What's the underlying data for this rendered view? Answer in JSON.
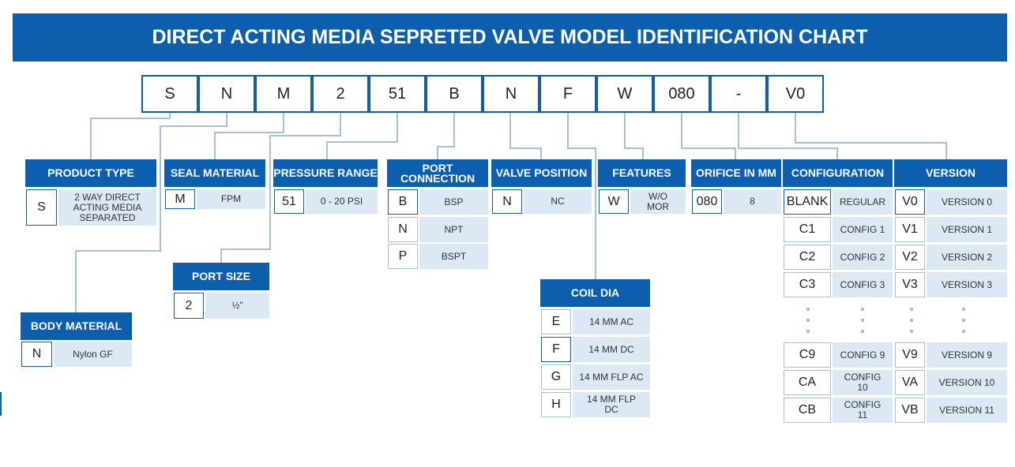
{
  "title": "DIRECT ACTING MEDIA SEPRETED VALVE MODEL IDENTIFICATION CHART",
  "model_codes": [
    "S",
    "N",
    "M",
    "2",
    "51",
    "B",
    "N",
    "F",
    "W",
    "080",
    "-",
    "V0"
  ],
  "groups": [
    {
      "id": "product-type",
      "header": "PRODUCT TYPE",
      "rows": [
        {
          "code": "S",
          "desc": "2 WAY DIRECT ACTING MEDIA SEPARATED",
          "selected": true
        }
      ]
    },
    {
      "id": "seal-material",
      "header": "SEAL MATERIAL",
      "rows": [
        {
          "code": "M",
          "desc": "FPM",
          "selected": true
        }
      ]
    },
    {
      "id": "pressure-range",
      "header": "PRESSURE RANGE",
      "rows": [
        {
          "code": "51",
          "desc": "0 - 20 PSI",
          "selected": true
        }
      ]
    },
    {
      "id": "port-connection",
      "header": "PORT CONNECTION",
      "rows": [
        {
          "code": "B",
          "desc": "BSP",
          "selected": true
        },
        {
          "code": "N",
          "desc": "NPT",
          "selected": false
        },
        {
          "code": "P",
          "desc": "BSPT",
          "selected": false
        }
      ]
    },
    {
      "id": "valve-position",
      "header": "VALVE POSITION",
      "rows": [
        {
          "code": "N",
          "desc": "NC",
          "selected": true
        }
      ]
    },
    {
      "id": "features",
      "header": "FEATURES",
      "rows": [
        {
          "code": "W",
          "desc": "W/O MOR",
          "selected": true
        }
      ]
    },
    {
      "id": "orifice",
      "header": "ORIFICE IN MM",
      "rows": [
        {
          "code": "080",
          "desc": "8",
          "selected": true
        }
      ]
    },
    {
      "id": "configuration",
      "header": "CONFIGURATION",
      "rows": [
        {
          "code": "BLANK",
          "desc": "REGULAR",
          "selected": true
        },
        {
          "code": "C1",
          "desc": "CONFIG 1",
          "selected": false
        },
        {
          "code": "C2",
          "desc": "CONFIG 2",
          "selected": false
        },
        {
          "code": "C3",
          "desc": "CONFIG 3",
          "selected": false
        },
        {
          "code": "C9",
          "desc": "CONFIG 9",
          "selected": false
        },
        {
          "code": "CA",
          "desc": "CONFIG 10",
          "selected": false
        },
        {
          "code": "CB",
          "desc": "CONFIG 11",
          "selected": false
        }
      ]
    },
    {
      "id": "version",
      "header": "VERSION",
      "rows": [
        {
          "code": "V0",
          "desc": "VERSION 0",
          "selected": true
        },
        {
          "code": "V1",
          "desc": "VERSION 1",
          "selected": false
        },
        {
          "code": "V2",
          "desc": "VERSION 2",
          "selected": false
        },
        {
          "code": "V3",
          "desc": "VERSION 3",
          "selected": false
        },
        {
          "code": "V9",
          "desc": "VERSION 9",
          "selected": false
        },
        {
          "code": "VA",
          "desc": "VERSION 10",
          "selected": false
        },
        {
          "code": "VB",
          "desc": "VERSION 11",
          "selected": false
        }
      ]
    },
    {
      "id": "port-size",
      "header": "PORT SIZE",
      "rows": [
        {
          "code": "2",
          "desc": "½\"",
          "selected": true
        }
      ]
    },
    {
      "id": "body-material",
      "header": "BODY MATERIAL",
      "rows": [
        {
          "code": "N",
          "desc": "Nylon GF",
          "selected": true
        }
      ]
    },
    {
      "id": "coil-dia",
      "header": "COIL DIA",
      "rows": [
        {
          "code": "E",
          "desc": "14 MM AC",
          "selected": false
        },
        {
          "code": "F",
          "desc": "14 MM DC",
          "selected": true
        },
        {
          "code": "G",
          "desc": "14 MM FLP AC",
          "selected": false
        },
        {
          "code": "H",
          "desc": "14 MM FLP DC",
          "selected": false
        }
      ]
    }
  ],
  "colors": {
    "primary": "#0d5fae",
    "light": "#dce8f3",
    "line": "#a9bfd3"
  }
}
